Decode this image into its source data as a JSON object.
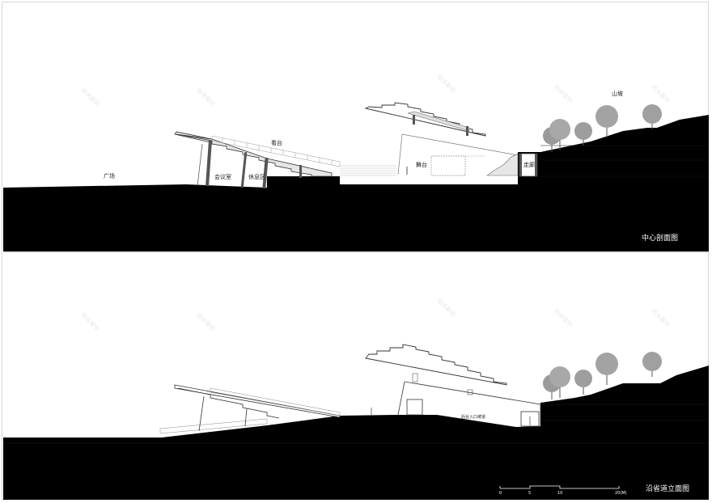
{
  "drawings": [
    {
      "id": "section",
      "title": "中心剖面图",
      "labels": {
        "plaza": "广场",
        "meeting_room": "会议室",
        "lounge": "休息区",
        "stands": "看台",
        "stage": "舞台",
        "corridor": "走廊",
        "hillside": "山坡"
      }
    },
    {
      "id": "elevation",
      "title": "沿省道立面图",
      "labels": {
        "backstage_ramp": "后台入口坡道"
      },
      "scale_bar": {
        "ticks": [
          "0",
          "5",
          "10",
          "20(M)"
        ]
      }
    }
  ],
  "watermark": "知末案例",
  "colors": {
    "ground": "#000000",
    "background": "#ffffff",
    "tree": "#9a9a9a",
    "line": "#333333",
    "fill_light": "#e8e8e8"
  }
}
